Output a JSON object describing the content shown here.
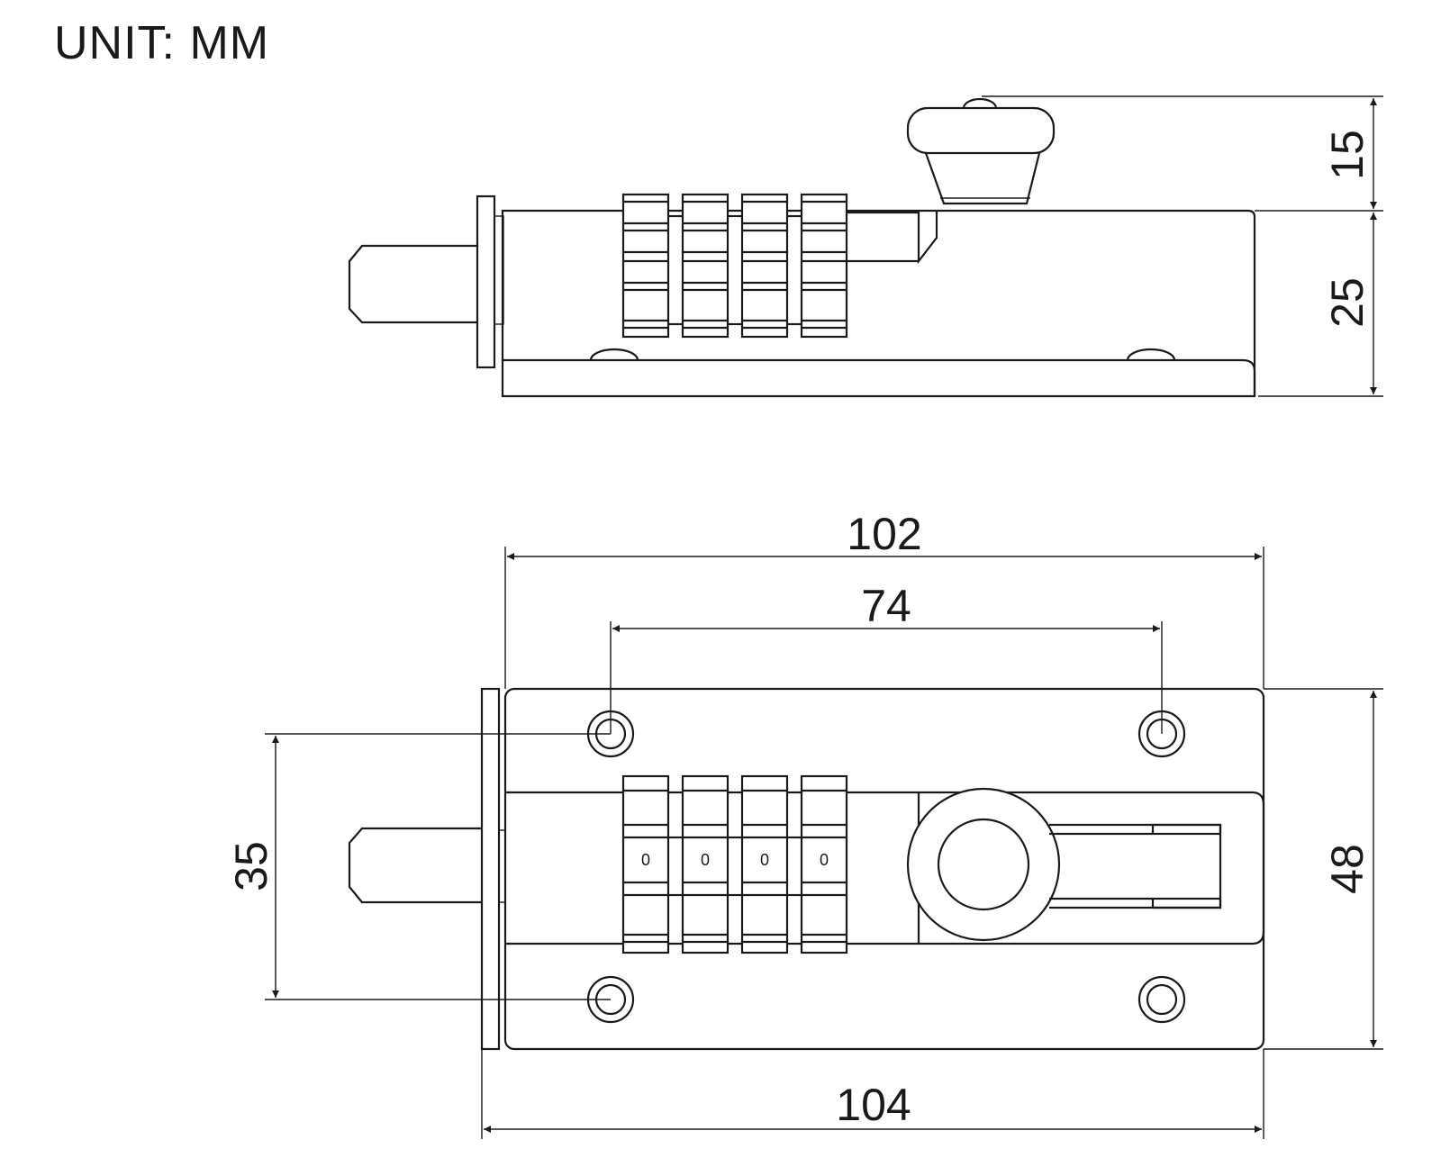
{
  "unit_label": "UNIT: MM",
  "dimensions": {
    "side_height_top": "15",
    "side_height_body": "25",
    "plate_length": "102",
    "hole_spacing_horizontal": "74",
    "hole_spacing_vertical": "35",
    "plate_width": "48",
    "overall_length": "104"
  },
  "dial_digit": "0"
}
